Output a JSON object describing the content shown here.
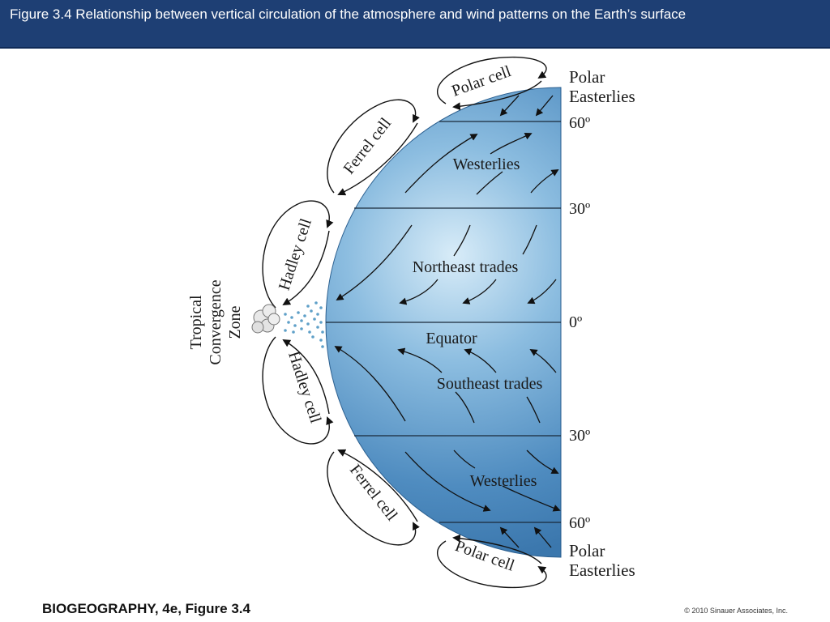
{
  "header": {
    "title": "Figure 3.4  Relationship between vertical circulation of the atmosphere and wind patterns on the Earth’s surface"
  },
  "diagram": {
    "cells": {
      "north_polar": "Polar cell",
      "north_ferrel": "Ferrel cell",
      "north_hadley": "Hadley cell",
      "south_hadley": "Hadley cell",
      "south_ferrel": "Ferrel cell",
      "south_polar": "Polar cell"
    },
    "winds": {
      "north_polar_easterlies_1": "Polar",
      "north_polar_easterlies_2": "Easterlies",
      "north_westerlies": "Westerlies",
      "northeast_trades": "Northeast trades",
      "equator": "Equator",
      "southeast_trades": "Southeast trades",
      "south_westerlies": "Westerlies",
      "south_polar_easterlies_1": "Polar",
      "south_polar_easterlies_2": "Easterlies"
    },
    "latitudes": {
      "n60": "60º",
      "n30": "30º",
      "eq": "0º",
      "s30": "30º",
      "s60": "60º"
    },
    "tcz": {
      "line1": "Tropical",
      "line2": "Convergence",
      "line3": "Zone"
    },
    "colors": {
      "ocean_light": "#d8ecf8",
      "ocean_mid": "#6fa7d2",
      "ocean_dark": "#3f7cb3",
      "header": "#1e3f74"
    }
  },
  "footer": {
    "book": "BIOGEOGRAPHY, 4e, Figure 3.4",
    "copyright": "© 2010 Sinauer Associates, Inc."
  }
}
